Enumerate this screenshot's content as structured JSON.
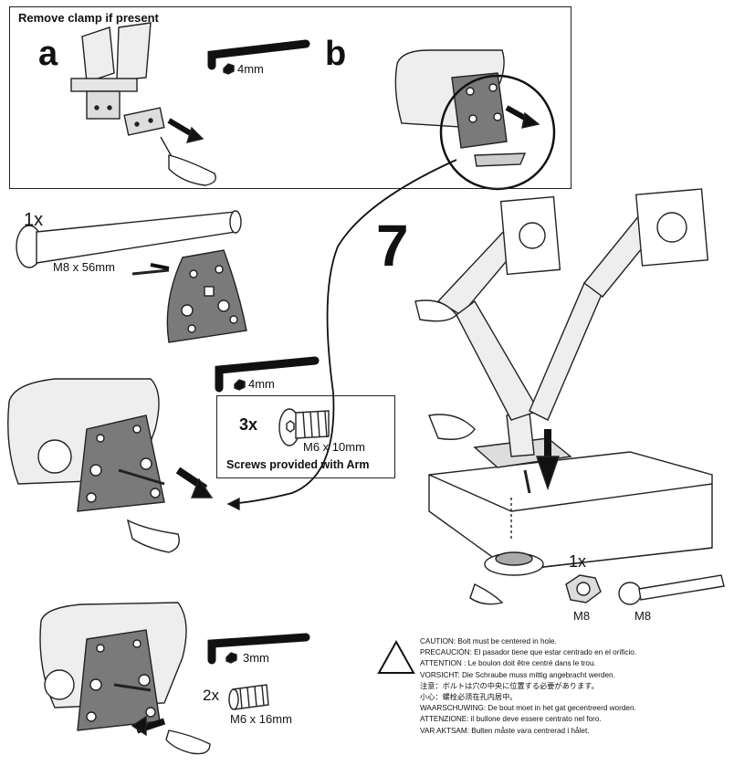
{
  "inset": {
    "title": "Remove clamp if present",
    "label_a": "a",
    "label_b": "b",
    "tool_size": "4mm"
  },
  "step_number": "7",
  "bolt": {
    "qty": "1x",
    "size": "M8 x 56mm"
  },
  "mid_tool_size": "4mm",
  "screws_box": {
    "qty": "3x",
    "size": "M6 x 10mm",
    "caption": "Screws provided with Arm"
  },
  "bottom_left": {
    "tool_size": "3mm",
    "qty": "2x",
    "size": "M6 x 16mm"
  },
  "hardware": {
    "qty": "1x",
    "nut_label": "M8",
    "wrench_label": "M8"
  },
  "caution_lines": [
    "CAUTION: Bolt must be centered in hole.",
    "PRECAUCIÓN: El pasador tiene que estar centrado en el orificio.",
    "ATTENTION : Le boulon doit être centré dans le trou.",
    "VORSICHT: Die Schraube muss mittig angebracht werden.",
    "注意：ボルトは穴の中央に位置する必要があります。",
    "小心：螺栓必须在孔内居中。",
    "WAARSCHUWING: De bout moet in het gat gecentreerd worden.",
    "ATTENZIONE: il bullone deve essere centrato nel foro.",
    "VAR AKTSAM: Bulten måste vara centrerad i hålet."
  ],
  "icons": [
    "hex-key-icon",
    "warning-triangle-icon",
    "arrow-icon",
    "hand-icon"
  ],
  "colors": {
    "ink": "#111111",
    "plate": "#7a7a7a",
    "light": "#d9d9d9"
  }
}
